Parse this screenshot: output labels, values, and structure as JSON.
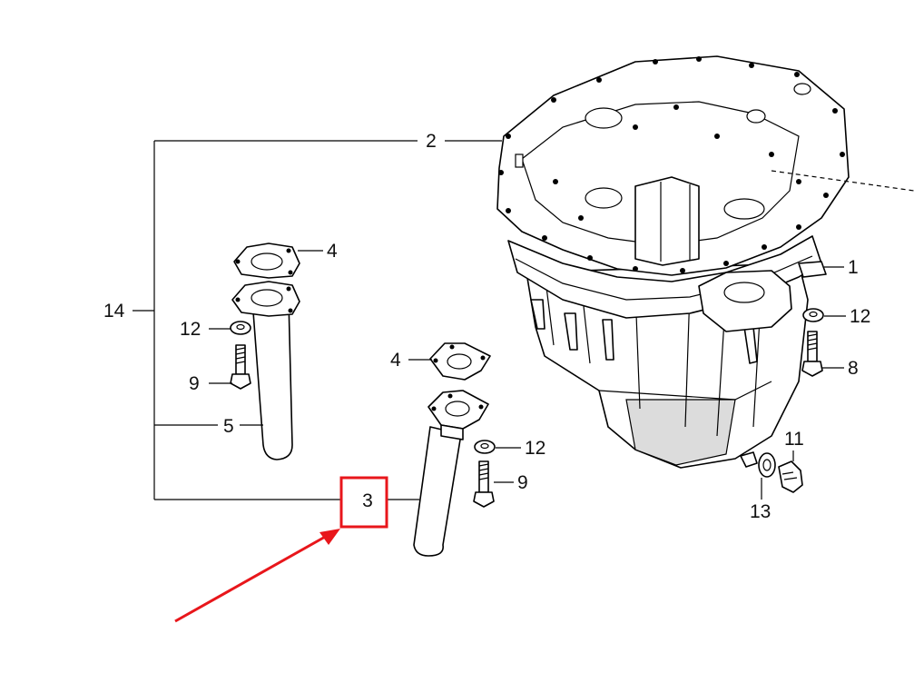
{
  "labels": {
    "l1": "1",
    "l2": "2",
    "l3": "3",
    "l4a": "4",
    "l4b": "4",
    "l5": "5",
    "l8": "8",
    "l9a": "9",
    "l9b": "9",
    "l11": "11",
    "l12a": "12",
    "l12b": "12",
    "l12c": "12",
    "l13": "13",
    "l14": "14"
  },
  "highlight": {
    "label": "3",
    "color": "#e8161b"
  },
  "colors": {
    "ink": "#000000",
    "highlight": "#e8161b",
    "background": "#ffffff"
  }
}
